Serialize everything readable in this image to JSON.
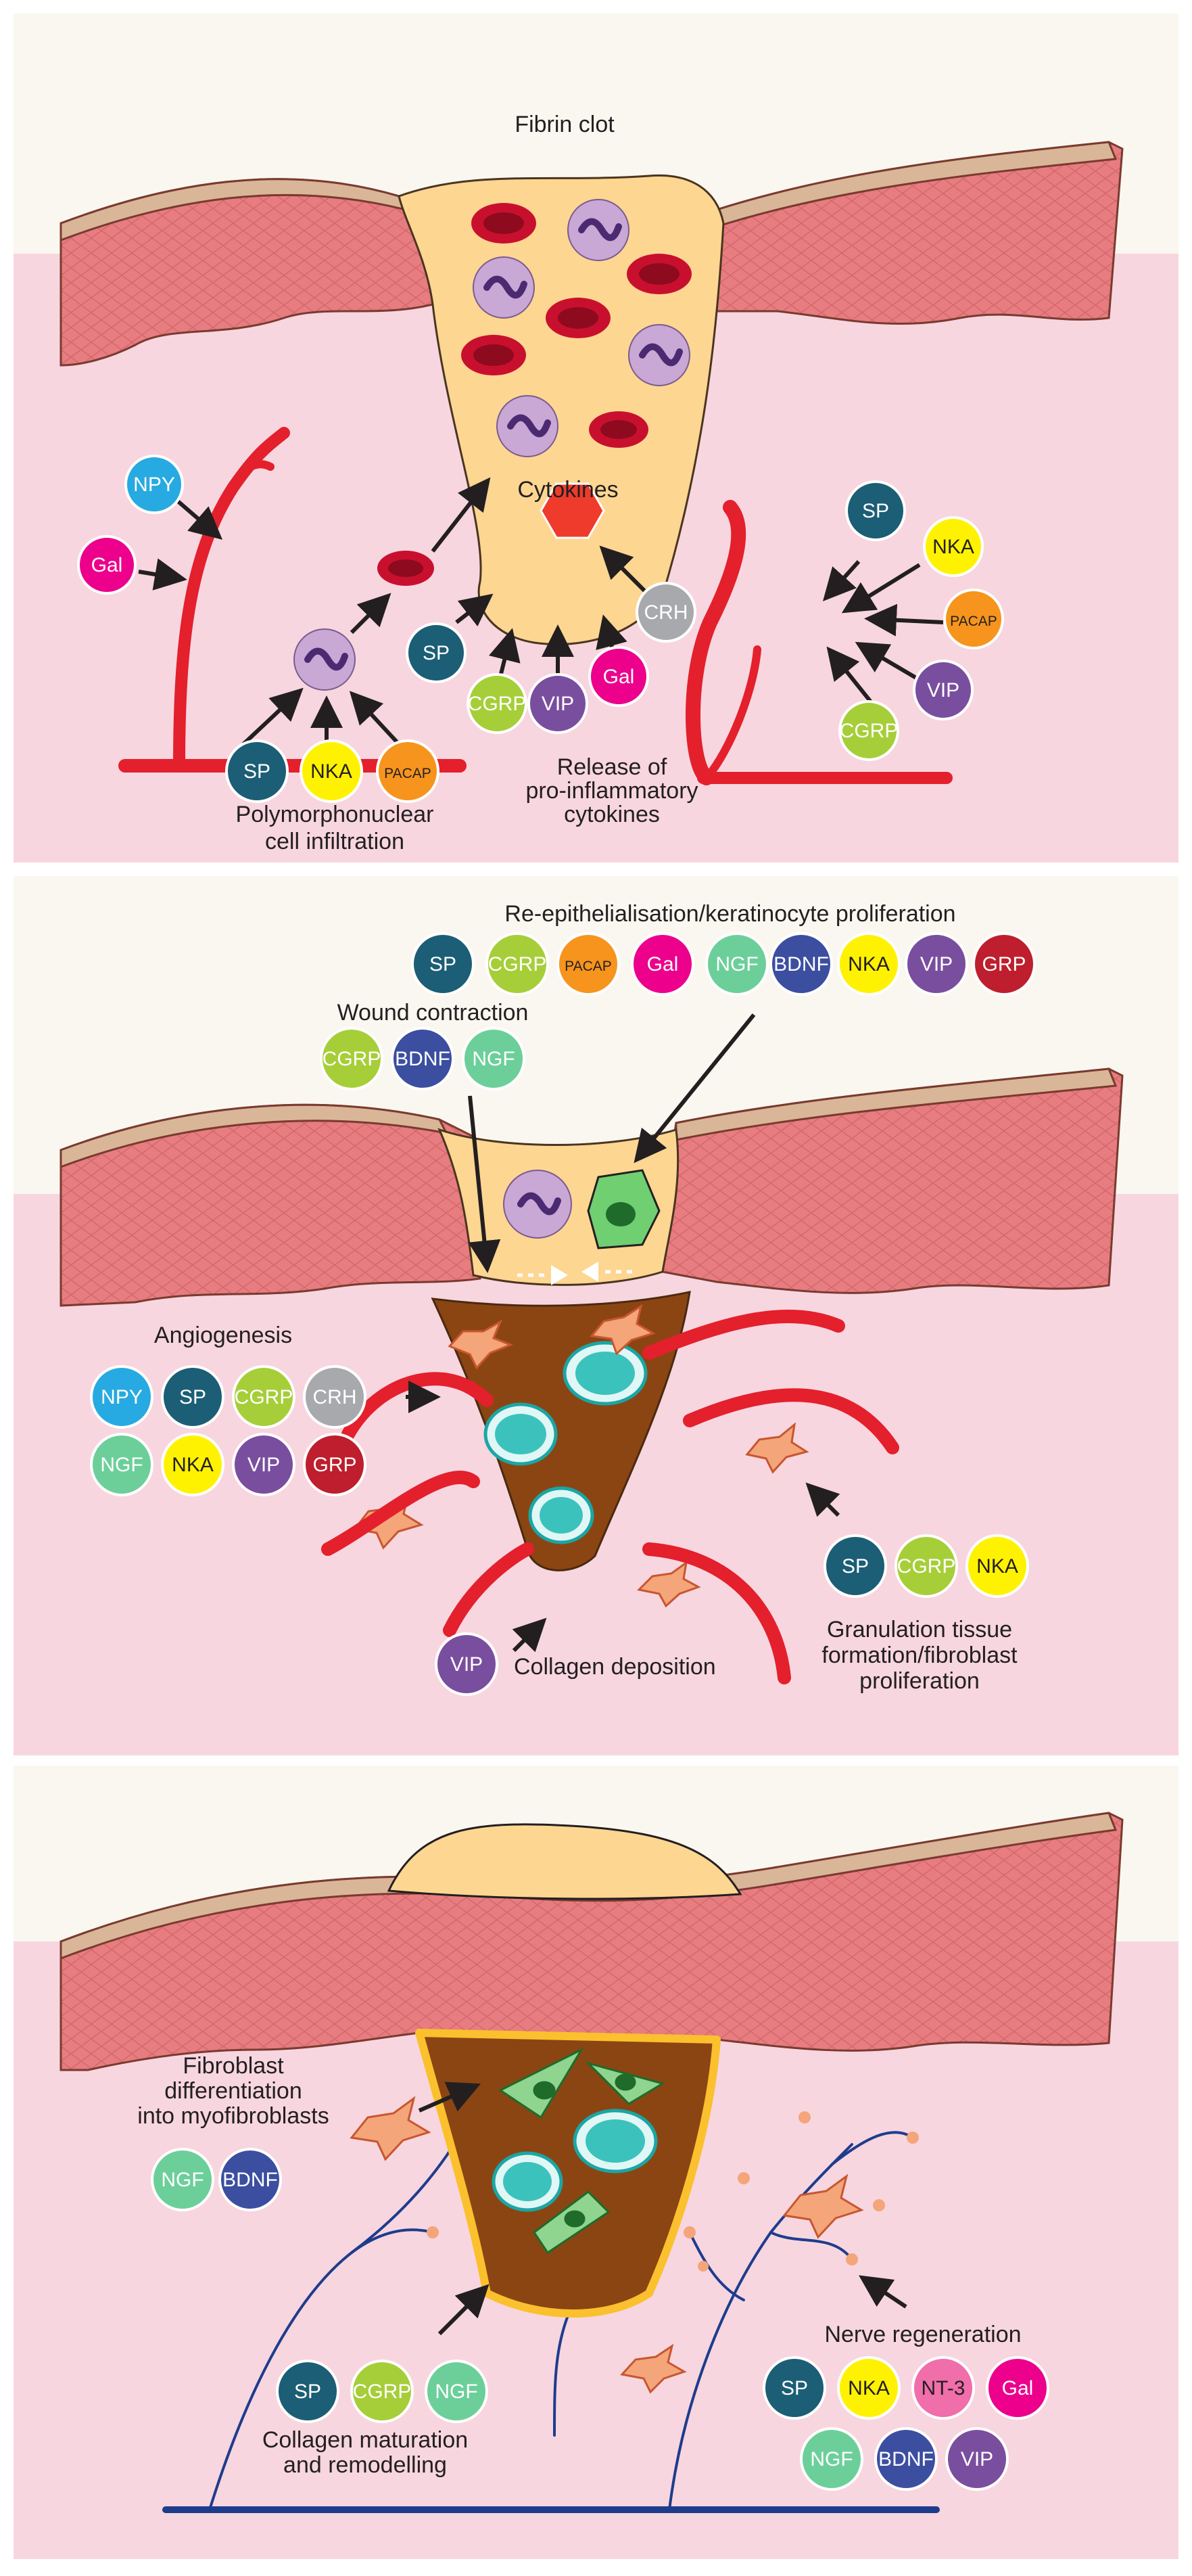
{
  "colors": {
    "bg_top": "#faf7f0",
    "bg_bottom": "#f7d6e0",
    "skin": "#e77d80",
    "skin_cap": "#d9b697",
    "clot": "#fdd692",
    "granulation": "#8b4513",
    "scar": "#fbc02d",
    "vessel": "#e3202c",
    "nerve": "#1e3c8c",
    "arrow": "#231f20"
  },
  "badge_colors": {
    "SP": "#1b5e75",
    "NKA": "#fff200",
    "PACAP": "#f7941d",
    "CGRP": "#a6ce39",
    "VIP": "#7a4e9e",
    "Gal": "#ec008c",
    "CRH": "#a7a9ac",
    "NPY": "#27aae1",
    "NGF": "#6ccf9a",
    "BDNF": "#3b4ea0",
    "GRP": "#be1e2d",
    "NT-3": "#f06eaa"
  },
  "panel1": {
    "title": "Fibrin clot",
    "cytokines": "Cytokines",
    "pmn_line1": "Polymorphonuclear",
    "pmn_line2": "cell infiltration",
    "release_line1": "Release of",
    "release_line2": "pro-inflammatory",
    "release_line3": "cytokines",
    "left_badges": [
      "NPY",
      "Gal"
    ],
    "pmn_badges": [
      "SP",
      "NKA",
      "PACAP"
    ],
    "cytokine_badges": [
      "SP",
      "CGRP",
      "VIP",
      "Gal",
      "CRH"
    ],
    "right_badges": [
      "SP",
      "NKA",
      "PACAP",
      "VIP",
      "CGRP"
    ]
  },
  "panel2": {
    "reepi": "Re-epithelialisation/keratinocyte proliferation",
    "reepi_badges": [
      "SP",
      "CGRP",
      "PACAP",
      "Gal",
      "NGF",
      "BDNF",
      "NKA",
      "VIP",
      "GRP"
    ],
    "wound": "Wound contraction",
    "wound_badges": [
      "CGRP",
      "BDNF",
      "NGF"
    ],
    "angio": "Angiogenesis",
    "angio_badges_row1": [
      "NPY",
      "SP",
      "CGRP",
      "CRH"
    ],
    "angio_badges_row2": [
      "NGF",
      "NKA",
      "VIP",
      "GRP"
    ],
    "collagen": "Collagen deposition",
    "collagen_badges": [
      "VIP"
    ],
    "gran_line1": "Granulation tissue",
    "gran_line2": "formation/fibroblast",
    "gran_line3": "proliferation",
    "gran_badges": [
      "SP",
      "CGRP",
      "NKA"
    ]
  },
  "panel3": {
    "fib_line1": "Fibroblast",
    "fib_line2": "differentiation",
    "fib_line3": "into myofibroblasts",
    "fib_badges": [
      "NGF",
      "BDNF"
    ],
    "coll_line1": "Collagen maturation",
    "coll_line2": "and remodelling",
    "coll_badges": [
      "SP",
      "CGRP",
      "NGF"
    ],
    "nerve": "Nerve regeneration",
    "nerve_badges_row1": [
      "SP",
      "NKA",
      "NT-3",
      "Gal"
    ],
    "nerve_badges_row2": [
      "NGF",
      "BDNF",
      "VIP"
    ]
  }
}
